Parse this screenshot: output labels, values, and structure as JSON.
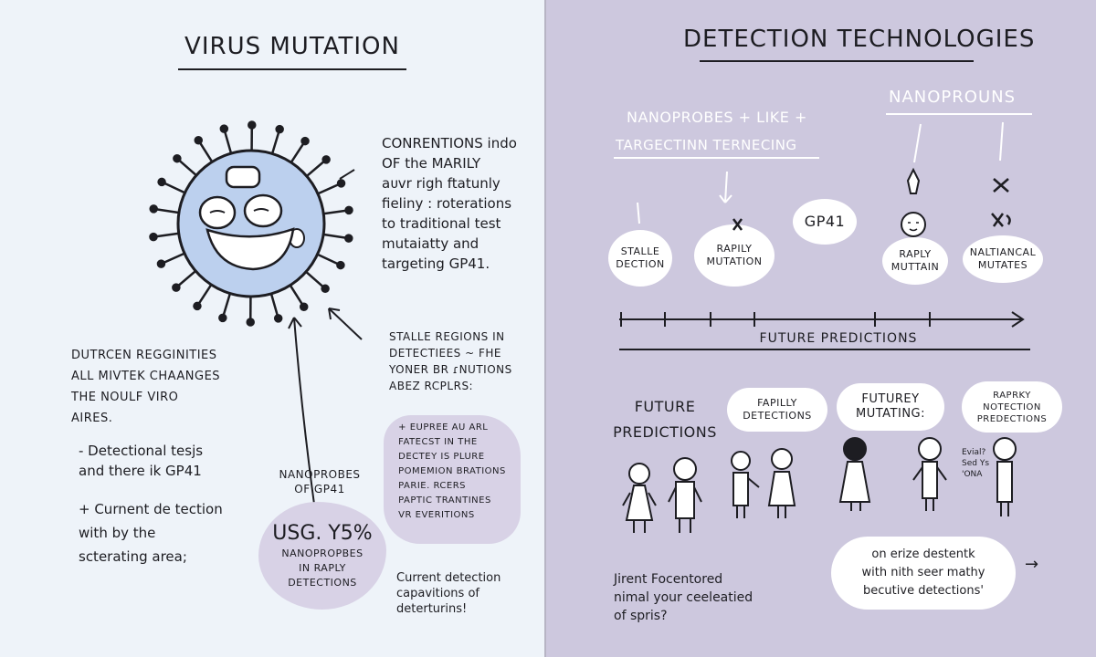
{
  "colors": {
    "left_bg": "#eef3f9",
    "right_bg": "#cdc8de",
    "ink": "#1d1d22",
    "virus_fill": "#bcd0ee",
    "blob_fill": "#d8d2e6",
    "accent_line": "#ffffff"
  },
  "left": {
    "title": "VIRUS MUTATION",
    "callout_top": "CONRENTIONS indo\nOF the MARILY\naᴜvr righ ftatunly\nfieliny : roterations\nto traditional test\nmutaiatty and\ntargeting GP41.",
    "callout_mid": "STALLE REGIONS in\nDETECTIEES ~ FHE\nyoner br ɾnutions\nabez RCPLRS:",
    "list_box": "+ EUPREE AU ARL\nFATECST in the\nDECTEY is PLURE\nPOMEMION BRATIONS\nPARIE. RCERS\nPAPTIC TRANTINES\nVR EVERITIONS",
    "left_notes": "DUTRCEN REGGINITIES\nALL MIVTEK CHAANGES\nThe NOULF VIRO\nAIRES.",
    "bullet1": "- Detectional tesjs\nand there ik GP41",
    "bullet2": "+ Curnent de tection\nwith by the\nscterating area;",
    "nanoprobes_label": "NANOPROBES\nOF GP41",
    "blob_big": "USG. Y5%",
    "blob_small": "NANOPROPBES\nin RAPLY\nDETECTIONS",
    "bottom_note": "Current detection\ncapavitions of\ndeterturins!"
  },
  "right": {
    "title": "DETECTION TECHNOLOGIES",
    "nanoprouns": "NANOPROUNS",
    "nanoprobes_like": "NANOPROBES + LIKE +",
    "targeting": "TARGECTINN TERNECING",
    "bubbles": [
      {
        "label": "STALLE\nDECTION"
      },
      {
        "label": "RAPILY\nMUTATION"
      },
      {
        "label": "GP41"
      },
      {
        "label": "RAPLY\nMUTTAIN"
      },
      {
        "label": "NALTIANCAL\nMUTATES"
      }
    ],
    "timeline_label": "FUTURE PREDICTIONS",
    "future_predictions": "FUTURE\nPREDICTIONS",
    "fapilly": "FAPILLY\nDETECTIONS",
    "futurey": "FUTUREY\nMUTATING:",
    "raprky": "RAPRKY\nNOTECTION\nPREDECTIONS",
    "speech_right": "Evial?\nSed Ys\n'ONA",
    "bottom_right": "on erize destentk\nwith nith seer mathy\nbecutive detections'",
    "arrow_right": "→",
    "bottom_left": "Jirent Focentored\nnimal your ceeleatied\nof spris?"
  }
}
